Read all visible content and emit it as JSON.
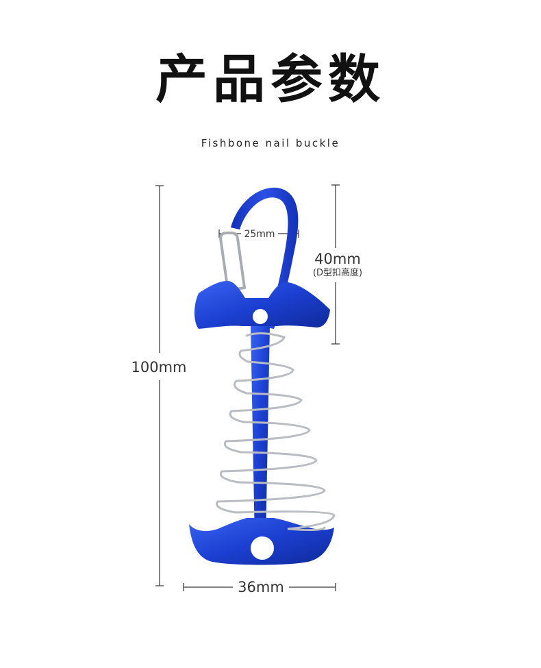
{
  "header": {
    "title": "产品参数",
    "subtitle": "Fishbone nail buckle"
  },
  "dimensions": {
    "total_height": "100mm",
    "hook_height": "40mm",
    "hook_height_note": "(D型扣高度)",
    "hook_width": "25mm",
    "base_width": "36mm"
  },
  "colors": {
    "product_blue": "#1b3fd0",
    "spring_silver": "#b9bcc2",
    "dimension_line": "#333333"
  }
}
